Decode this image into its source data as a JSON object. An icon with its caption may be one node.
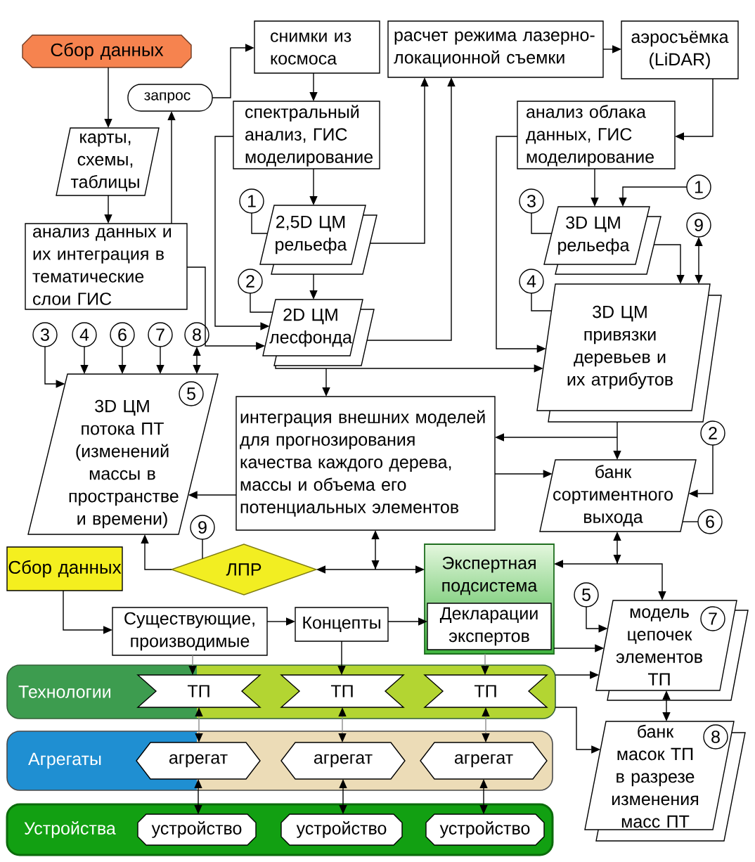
{
  "diagram": {
    "nodes": [
      {
        "text": [
          "Сбор данных"
        ]
      },
      {
        "text": [
          "снимки из космоса"
        ]
      },
      {
        "text": [
          "расчет режима лазерно-локационной съемки"
        ]
      },
      {
        "text": [
          "аэросъёмка (LiDAR)"
        ]
      },
      {
        "text": [
          "запрос"
        ]
      },
      {
        "text": [
          "спектральный анализ, ГИС моделирование"
        ]
      },
      {
        "text": [
          "анализ облака данных, ГИС моделирование"
        ]
      },
      {
        "text": [
          "карты, схемы, таблицы"
        ]
      },
      {
        "text": [
          "1"
        ]
      },
      {
        "text": [
          "1"
        ]
      },
      {
        "text": [
          "3"
        ]
      },
      {
        "text": [
          "2,5D ЦМ рельефа"
        ]
      },
      {
        "text": [
          "3D ЦМ рельефа"
        ]
      },
      {
        "text": [
          "анализ данных и их интеграция в тематические слои ГИС"
        ]
      },
      {
        "text": [
          "9"
        ]
      },
      {
        "text": [
          "2"
        ]
      },
      {
        "text": [
          "4"
        ]
      },
      {
        "text": [
          "3D ЦМ привязки деревьев и их атрибутов"
        ]
      },
      {
        "text": [
          "2D ЦМ лесфонда"
        ]
      },
      {
        "text": [
          "3"
        ]
      },
      {
        "text": [
          "4"
        ]
      },
      {
        "text": [
          "6"
        ]
      },
      {
        "text": [
          "7"
        ]
      },
      {
        "text": [
          "8"
        ]
      },
      {
        "text": [
          "3D ЦМ потока ПТ (изменений массы в пространстве и времени)"
        ]
      },
      {
        "text": [
          "5"
        ],
        "in": 24
      },
      {
        "text": [
          "интеграция внешних моделей для прогнозирования качества каждого дерева, массы и объема его потенциальных элементов"
        ]
      },
      {
        "text": [
          "2"
        ]
      },
      {
        "text": [
          "банк сортиментного выхода"
        ]
      },
      {
        "text": [
          "6"
        ]
      },
      {
        "text": [
          "9"
        ]
      },
      {
        "text": [
          "Сбор данных"
        ]
      },
      {
        "text": [
          "ЛПР"
        ]
      },
      {
        "text": [
          "Экспертная подсистема"
        ]
      },
      {
        "text": [
          "Декларации экспертов"
        ],
        "in": 33
      },
      {
        "text": [
          "5"
        ]
      },
      {
        "text": [
          "модель цепочек элементов ТП"
        ]
      },
      {
        "text": [
          "7"
        ],
        "in": 36
      },
      {
        "text": [
          "Существующие, производимые"
        ]
      },
      {
        "text": [
          "Концепты"
        ]
      },
      {
        "text": [
          "Технологии"
        ]
      },
      {
        "text": [
          "ТП"
        ],
        "in": 40
      },
      {
        "text": [
          "ТП"
        ],
        "in": 40
      },
      {
        "text": [
          "ТП"
        ],
        "in": 40
      },
      {
        "text": [
          "банк масок ТП в разрезе изменения масс ПТ"
        ]
      },
      {
        "text": [
          "8"
        ],
        "in": 44
      },
      {
        "text": [
          "Агрегаты"
        ]
      },
      {
        "text": [
          "агрегат"
        ],
        "in": 46
      },
      {
        "text": [
          "агрегат"
        ],
        "in": 46
      },
      {
        "text": [
          "агрегат"
        ],
        "in": 46
      },
      {
        "text": [
          "Устройства"
        ]
      },
      {
        "text": [
          "устройство"
        ],
        "in": 50
      },
      {
        "text": [
          "устройство"
        ],
        "in": 50
      },
      {
        "text": [
          "устройство"
        ],
        "in": 50
      }
    ],
    "edges": [
      {
        "from": 0,
        "to": 7,
        "arrow": "to"
      },
      {
        "from": 7,
        "to": 13,
        "arrow": "to"
      },
      {
        "from": 13,
        "to": 4,
        "arrow": "to"
      },
      {
        "from": 4,
        "to": 1,
        "arrow": "to"
      },
      {
        "from": 1,
        "to": 5,
        "arrow": "to"
      },
      {
        "from": 5,
        "to": 11,
        "arrow": "to"
      },
      {
        "from": 2,
        "to": 3,
        "arrow": "to"
      },
      {
        "from": 3,
        "to": 6,
        "arrow": "to"
      },
      {
        "from": 6,
        "to": 12,
        "arrow": "to"
      },
      {
        "from": 8,
        "to": 12,
        "arrow": "to"
      },
      {
        "from": 9,
        "to": 11,
        "arrow": "none"
      },
      {
        "from": 10,
        "to": 12,
        "arrow": "none"
      },
      {
        "from": 11,
        "to": 18,
        "arrow": "to"
      },
      {
        "from": 11,
        "to": 2,
        "arrow": "to"
      },
      {
        "from": 5,
        "to": 18,
        "arrow": "to"
      },
      {
        "from": 13,
        "to": 18,
        "arrow": "to"
      },
      {
        "from": 15,
        "to": 18,
        "arrow": "none"
      },
      {
        "from": 12,
        "to": 17,
        "arrow": "to"
      },
      {
        "from": 14,
        "to": 17,
        "arrow": "both"
      },
      {
        "from": 16,
        "to": 17,
        "arrow": "none"
      },
      {
        "from": 6,
        "to": 17,
        "arrow": "to"
      },
      {
        "from": 18,
        "to": 26,
        "arrow": "to"
      },
      {
        "from": 18,
        "to": 17,
        "arrow": "to"
      },
      {
        "from": 18,
        "to": 2,
        "arrow": "to"
      },
      {
        "from": 17,
        "to": 28,
        "arrow": "to"
      },
      {
        "from": 17,
        "to": 26,
        "arrow": "to"
      },
      {
        "from": 26,
        "to": 28,
        "arrow": "to"
      },
      {
        "from": 27,
        "to": 28,
        "arrow": "to"
      },
      {
        "from": 28,
        "to": 29,
        "arrow": "none"
      },
      {
        "from": 26,
        "to": 24,
        "arrow": "to"
      },
      {
        "from": 19,
        "to": 24,
        "arrow": "to"
      },
      {
        "from": 20,
        "to": 24,
        "arrow": "to"
      },
      {
        "from": 21,
        "to": 24,
        "arrow": "to"
      },
      {
        "from": 22,
        "to": 24,
        "arrow": "to"
      },
      {
        "from": 23,
        "to": 24,
        "arrow": "both"
      },
      {
        "from": 30,
        "to": 32,
        "arrow": "none"
      },
      {
        "from": 32,
        "to": 24,
        "arrow": "to"
      },
      {
        "from": 32,
        "to": 33,
        "arrow": "both"
      },
      {
        "from": 26,
        "to": 32,
        "arrow": "both"
      },
      {
        "from": 26,
        "to": 33,
        "arrow": "both"
      },
      {
        "from": 28,
        "to": 33,
        "arrow": "both"
      },
      {
        "from": 28,
        "to": 36,
        "arrow": "both"
      },
      {
        "from": 31,
        "to": 38,
        "arrow": "to"
      },
      {
        "from": 38,
        "to": 39,
        "arrow": "to"
      },
      {
        "from": 39,
        "to": 34,
        "arrow": "to"
      },
      {
        "from": 38,
        "to": 41,
        "arrow": "to",
        "color": "#8c8c8c"
      },
      {
        "from": 39,
        "to": 42,
        "arrow": "to"
      },
      {
        "from": 33,
        "to": 43,
        "arrow": "to",
        "color": "#8c8c8c"
      },
      {
        "from": 33,
        "to": 36,
        "arrow": "to"
      },
      {
        "from": 35,
        "to": 36,
        "arrow": "to"
      },
      {
        "from": 40,
        "to": 36,
        "arrow": "to"
      },
      {
        "from": 40,
        "to": 44,
        "arrow": "to"
      },
      {
        "from": 36,
        "to": 44,
        "arrow": "both"
      },
      {
        "from": 41,
        "to": 47,
        "arrow": "both",
        "color": "#8c8c8c"
      },
      {
        "from": 42,
        "to": 48,
        "arrow": "both",
        "color": "#8c8c8c"
      },
      {
        "from": 43,
        "to": 49,
        "arrow": "both",
        "color": "#8c8c8c"
      },
      {
        "from": 47,
        "to": 51,
        "arrow": "both"
      },
      {
        "from": 48,
        "to": 52,
        "arrow": "both"
      },
      {
        "from": 49,
        "to": 53,
        "arrow": "both"
      }
    ]
  }
}
